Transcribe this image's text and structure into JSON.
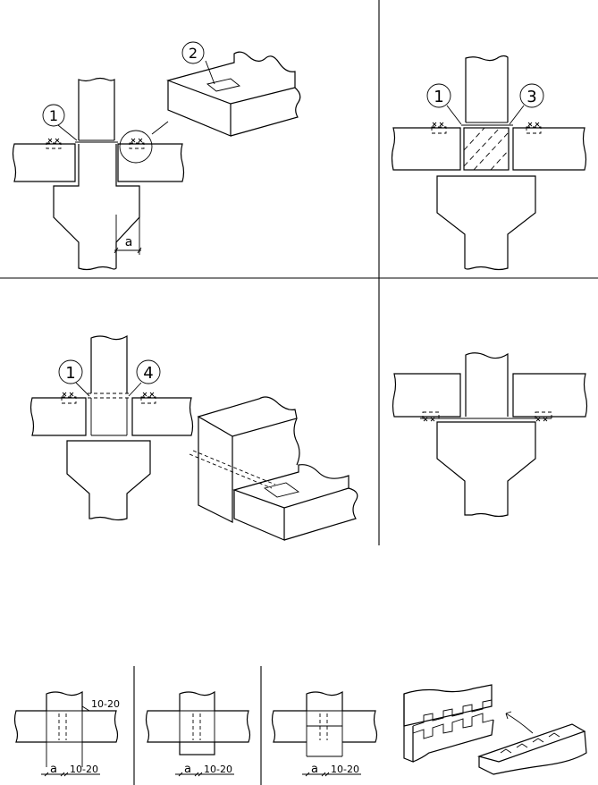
{
  "callouts": {
    "c1": "1",
    "c2": "2",
    "c3": "3",
    "c4": "4"
  },
  "dimensions": {
    "a_label": "a",
    "gap_label": "10-20"
  }
}
